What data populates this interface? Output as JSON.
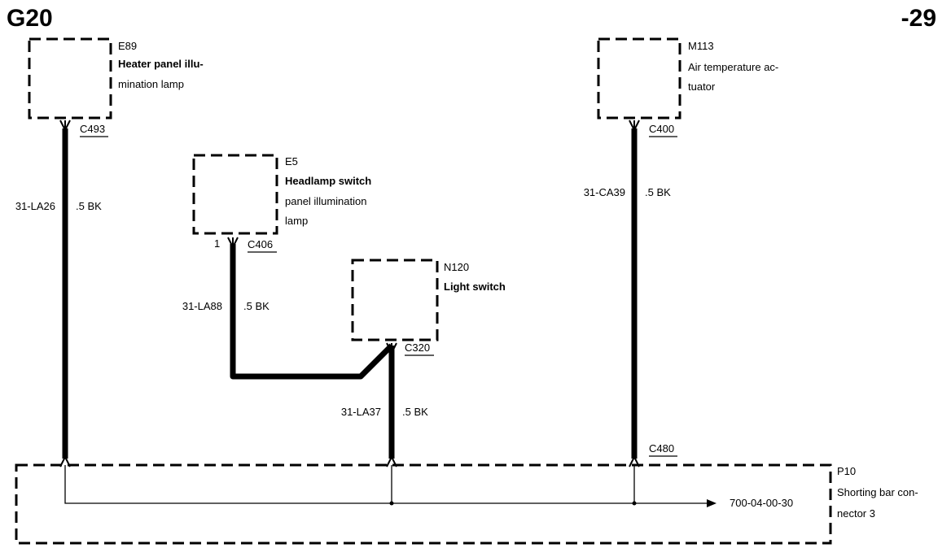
{
  "header": {
    "title": "G20",
    "page_ref": "-29"
  },
  "components": {
    "e89": {
      "id": "E89",
      "lines": [
        "Heater panel illu-",
        "mination lamp"
      ]
    },
    "e5": {
      "id": "E5",
      "lines": [
        "Headlamp switch",
        "panel illumination",
        "lamp"
      ]
    },
    "n120": {
      "id": "N120",
      "lines": [
        "Light switch"
      ]
    },
    "m113": {
      "id": "M113",
      "lines": [
        "Air temperature ac-",
        "tuator"
      ]
    },
    "p10": {
      "id": "P10",
      "lines": [
        "Shorting bar con-",
        "nector 3"
      ]
    }
  },
  "connectors": {
    "c493": "C493",
    "c406": "C406",
    "c406_pin": "1",
    "c320": "C320",
    "c400": "C400",
    "c480": "C480"
  },
  "wires": {
    "la26": {
      "code": "31-LA26",
      "spec": ".5 BK"
    },
    "la88": {
      "code": "31-LA88",
      "spec": ".5 BK"
    },
    "la37": {
      "code": "31-LA37",
      "spec": ".5 BK"
    },
    "ca39": {
      "code": "31-CA39",
      "spec": ".5 BK"
    }
  },
  "reference": {
    "target": "700-04-00-30"
  }
}
